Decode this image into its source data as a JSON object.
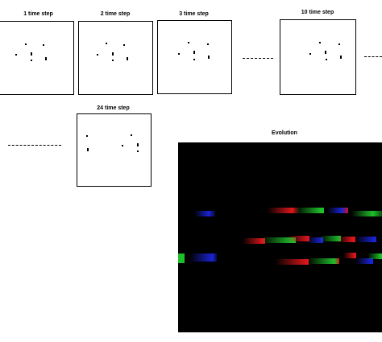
{
  "frames": [
    {
      "label": "1 time step"
    },
    {
      "label": "2 time step"
    },
    {
      "label": "3 time step"
    },
    {
      "label": "10 time step"
    },
    {
      "label": "24 time step"
    }
  ],
  "evolution": {
    "title": "Evolution",
    "colors": {
      "red": "#e0151b",
      "green": "#1fbf2a",
      "blue": "#1a23d6",
      "background": "#000000"
    }
  }
}
